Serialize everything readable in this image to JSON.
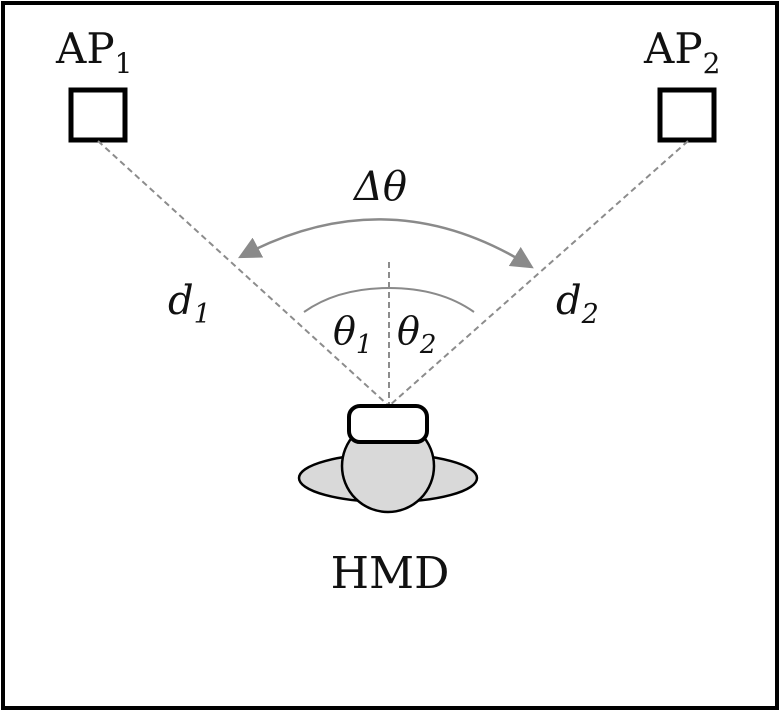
{
  "access_points": [
    {
      "name": "AP",
      "subscript": "1"
    },
    {
      "name": "AP",
      "subscript": "2"
    }
  ],
  "distances": [
    {
      "symbol": "d",
      "subscript": "1"
    },
    {
      "symbol": "d",
      "subscript": "2"
    }
  ],
  "angles": [
    {
      "symbol": "θ",
      "subscript": "1"
    },
    {
      "symbol": "θ",
      "subscript": "2"
    }
  ],
  "delta_angle": "Δθ",
  "device_label": "HMD",
  "colors": {
    "border": "#000000",
    "ray": "#8c8c8c",
    "arc": "#8a8a8a",
    "head_fill": "#d9d9d9",
    "outline": "#000000"
  }
}
